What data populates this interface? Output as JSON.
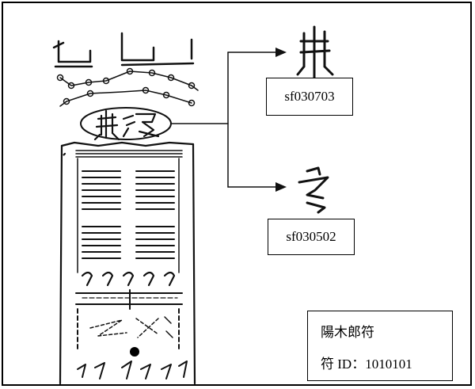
{
  "character_ids": {
    "upper": "sf030703",
    "lower": "sf030502"
  },
  "talisman": {
    "name": "陽木郎符",
    "id_label": "符 ID：",
    "id_value": "1010101"
  }
}
